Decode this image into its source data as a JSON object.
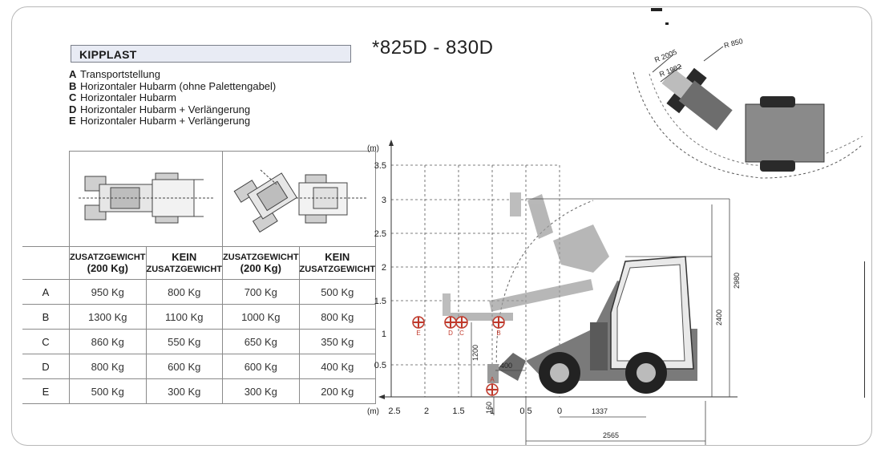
{
  "section_title": "KIPPLAST",
  "model": "*825D - 830D",
  "legend": [
    {
      "key": "A",
      "text": "Transportstellung"
    },
    {
      "key": "B",
      "text": "Horizontaler Hubarm (ohne Palettengabel)"
    },
    {
      "key": "C",
      "text": "Horizontaler Hubarm"
    },
    {
      "key": "D",
      "text": "Horizontaler Hubarm + Verlängerung"
    },
    {
      "key": "E",
      "text": "Horizontaler Hubarm + Verlängerung"
    }
  ],
  "table": {
    "headers": [
      {
        "line1": "ZUSATZGEWICHT",
        "line2": "(200 Kg)"
      },
      {
        "line1": "KEIN",
        "line2": "ZUSATZGEWICHT"
      },
      {
        "line1": "ZUSATZGEWICHT",
        "line2": "(200 Kg)"
      },
      {
        "line1": "KEIN",
        "line2": "ZUSATZGEWICHT"
      }
    ],
    "rows": [
      {
        "label": "A",
        "values": [
          "950 Kg",
          "800 Kg",
          "700 Kg",
          "500 Kg"
        ]
      },
      {
        "label": "B",
        "values": [
          "1300 Kg",
          "1100 Kg",
          "1000 Kg",
          "800 Kg"
        ]
      },
      {
        "label": "C",
        "values": [
          "860 Kg",
          "550 Kg",
          "650 Kg",
          "350 Kg"
        ]
      },
      {
        "label": "D",
        "values": [
          "800 Kg",
          "600 Kg",
          "600 Kg",
          "400 Kg"
        ]
      },
      {
        "label": "E",
        "values": [
          "500 Kg",
          "300 Kg",
          "300 Kg",
          "200 Kg"
        ]
      }
    ]
  },
  "diagram": {
    "y_unit": "(m)",
    "x_unit": "(m)",
    "y_ticks": [
      "3.5",
      "3",
      "2.5",
      "2",
      "1.5",
      "1",
      "0.5"
    ],
    "x_ticks": [
      "2.5",
      "2",
      "1.5",
      "1",
      "0.5",
      "0"
    ],
    "positions": [
      "E",
      "D",
      "C",
      "B",
      "A"
    ],
    "dimensions": {
      "d1200": "1200",
      "d400": "400",
      "d160": "160",
      "d1337": "1337",
      "d2565": "2565",
      "d2400": "2400",
      "d2980": "2980"
    }
  },
  "turning": {
    "r2005": "R 2005",
    "r1982": "R 1982",
    "r850": "R 850"
  }
}
